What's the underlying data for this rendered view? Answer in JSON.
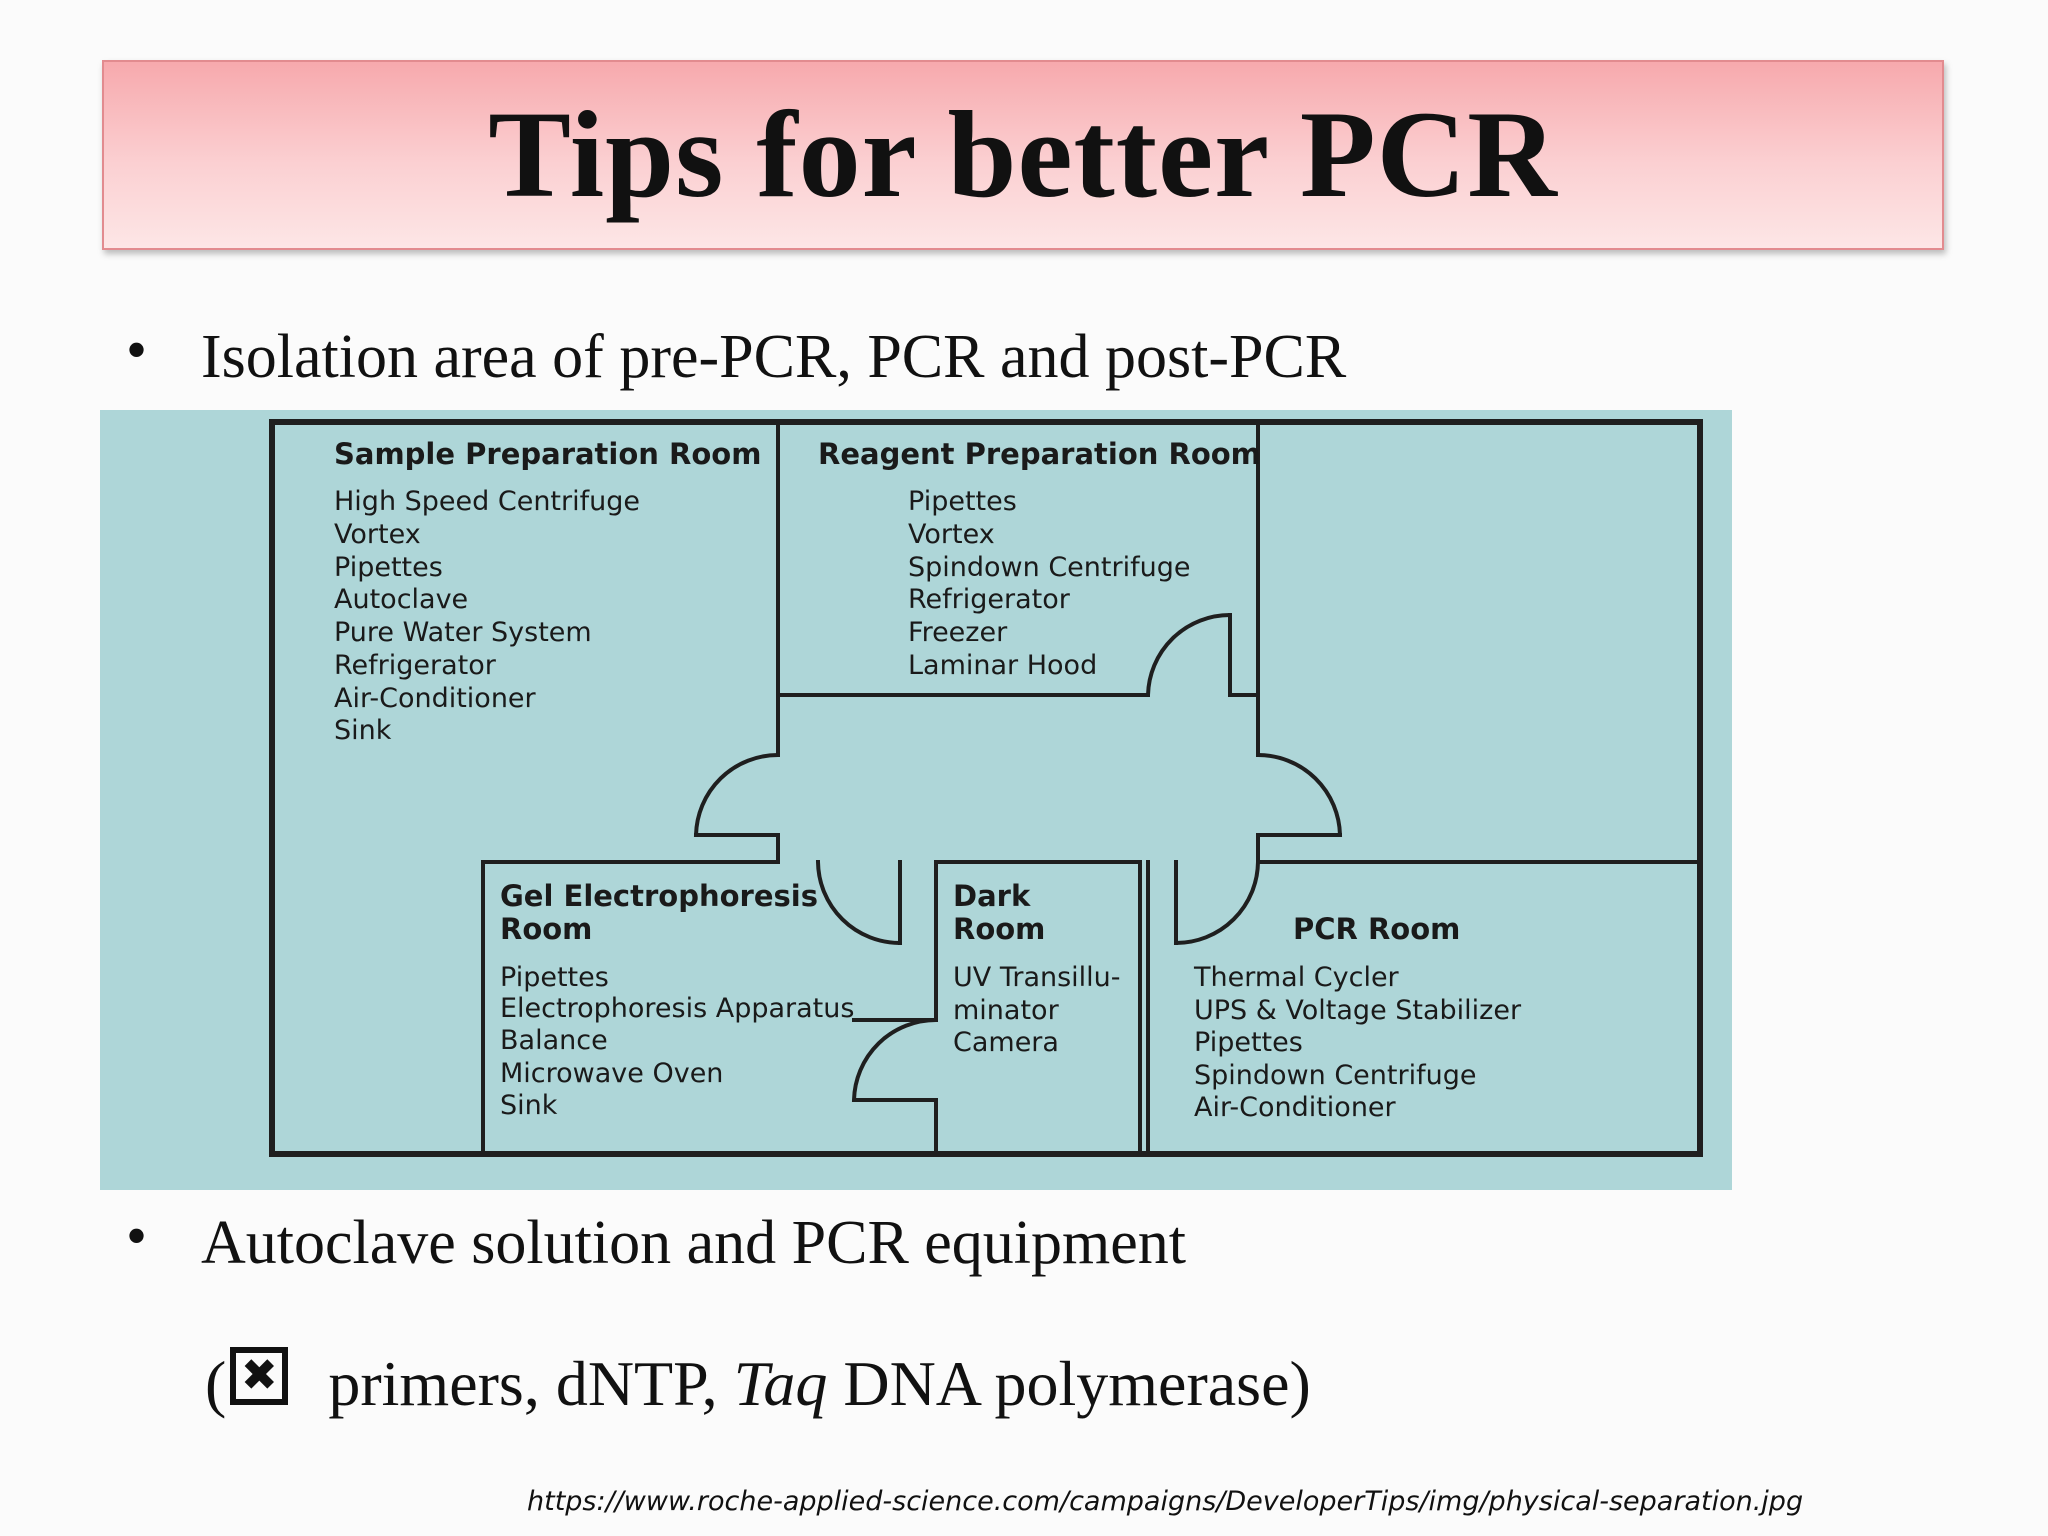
{
  "title": "Tips for better PCR",
  "bullets": [
    "Isolation area of pre-PCR, PCR and post-PCR",
    "Autoclave solution and PCR equipment"
  ],
  "sub_bullet": {
    "open": "(",
    "x_icon": "✖",
    "text": " primers, dNTP, ",
    "italic": "Taq",
    "rest": " DNA polymerase)"
  },
  "source_url": "https://www.roche-applied-science.com/campaigns/DeveloperTips/img/physical-separation.jpg",
  "floor_plan": {
    "fill_color": "#aed6d8",
    "wall_color": "#1f1f1f",
    "rooms": {
      "sample_prep": {
        "title": "Sample Preparation Room",
        "items": [
          "High Speed Centrifuge",
          "Vortex",
          "Pipettes",
          "Autoclave",
          "Pure Water System",
          "Refrigerator",
          "Air-Conditioner",
          "Sink"
        ]
      },
      "reagent_prep": {
        "title": "Reagent Preparation Room",
        "items": [
          "Pipettes",
          "Vortex",
          "Spindown Centrifuge",
          "Refrigerator",
          "Freezer",
          "Laminar Hood"
        ]
      },
      "gel": {
        "title_lines": [
          "Gel Electrophoresis",
          "Room"
        ],
        "items": [
          "Pipettes",
          "Electrophoresis Apparatus",
          "Balance",
          "Microwave Oven",
          "Sink"
        ]
      },
      "dark": {
        "title_lines": [
          "Dark",
          "Room"
        ],
        "items": [
          "UV Transillu-",
          "minator",
          "Camera"
        ]
      },
      "pcr": {
        "title": "PCR Room",
        "items": [
          "Thermal Cycler",
          "UPS & Voltage Stabilizer",
          "Pipettes",
          "Spindown Centrifuge",
          "Air-Conditioner"
        ]
      }
    }
  }
}
